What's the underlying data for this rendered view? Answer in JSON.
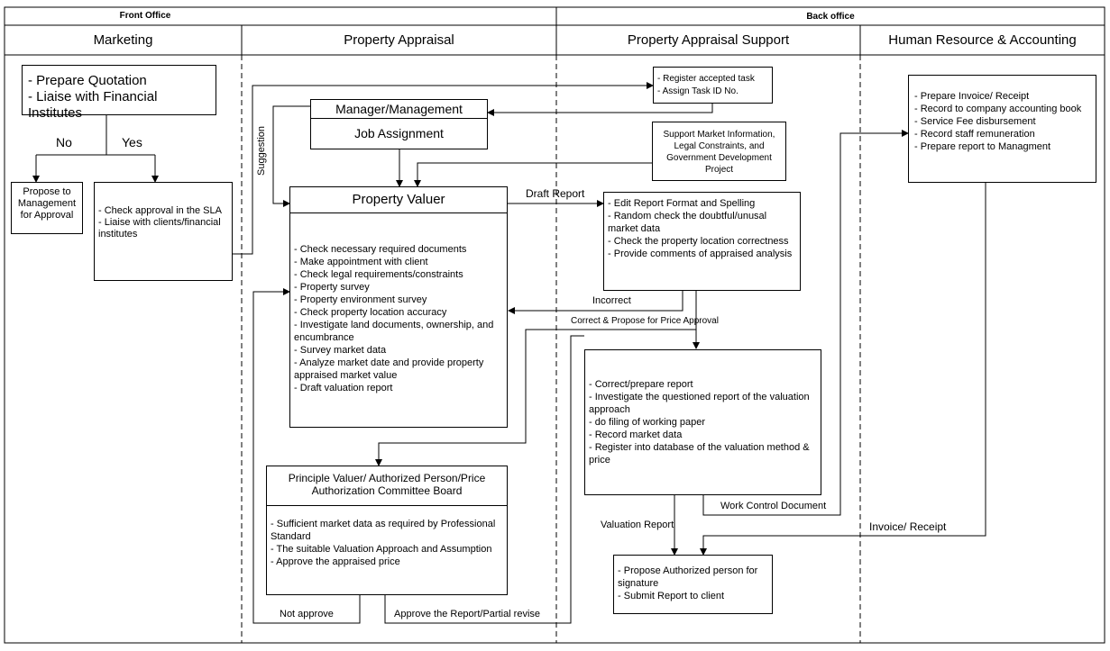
{
  "header": {
    "front_office": "Front Office",
    "back_office": "Back office"
  },
  "lanes": {
    "marketing": "Marketing",
    "property_appraisal": "Property Appraisal",
    "appraisal_support": "Property Appraisal Support",
    "hr_accounting": "Human Resource & Accounting"
  },
  "marketing": {
    "quotation": [
      "Prepare Quotation",
      "Liaise with Financial Institutes"
    ],
    "no_label": "No",
    "yes_label": "Yes",
    "propose_mgmt": "Propose to Management for Approval",
    "check_approval": [
      "Check approval in the SLA",
      "Liaise with clients/financial institutes"
    ]
  },
  "appraisal": {
    "suggestion_label": "Suggestion",
    "manager_title": "Manager/Management",
    "job_assignment": "Job Assignment",
    "valuer_title": "Property Valuer",
    "valuer_items": [
      "Check necessary required documents",
      "Make appointment with client",
      "Check legal requirements/constraints",
      "Property survey",
      "Property environment survey",
      "Check property location accuracy",
      "Investigate land documents, ownership, and encumbrance",
      "Survey market data",
      "Analyze market date and provide property appraised market value",
      "Draft valuation report"
    ],
    "draft_report_label": "Draft Report",
    "principal_title": "Principle Valuer/ Authorized Person/Price Authorization Committee Board",
    "principal_items": [
      "Sufficient market data as required by Professional Standard",
      "The suitable Valuation Approach and Assumption",
      "Approve  the appraised price"
    ],
    "not_approve_label": "Not approve",
    "approve_label": "Approve the Report/Partial revise"
  },
  "support": {
    "register_items": [
      "Register accepted task",
      "Assign Task ID No."
    ],
    "market_info": "Support Market Information, Legal Constraints, and Government Development Project",
    "edit_items": [
      "Edit Report Format and Spelling",
      "Random check the doubtful/unusal market data",
      "Check the property location correctness",
      "Provide comments of appraised analysis"
    ],
    "incorrect_label": "Incorrect",
    "correct_propose_label": "Correct & Propose for Price Approval",
    "correct_items": [
      "Correct/prepare report",
      "Investigate the questioned report of the valuation approach",
      "do filing of working paper",
      "Record market data",
      "Register into database of the valuation method & price"
    ],
    "work_control_label": "Work Control Document",
    "valuation_report_label": "Valuation Report",
    "submit_items": [
      "Propose Authorized person for signature",
      "Submit Report to client"
    ]
  },
  "hr": {
    "invoice_items": [
      "Prepare Invoice/ Receipt",
      "Record to company accounting book",
      "Service Fee disbursement",
      "Record staff remuneration",
      "Prepare report to Managment"
    ],
    "invoice_receipt_label": "Invoice/ Receipt"
  }
}
